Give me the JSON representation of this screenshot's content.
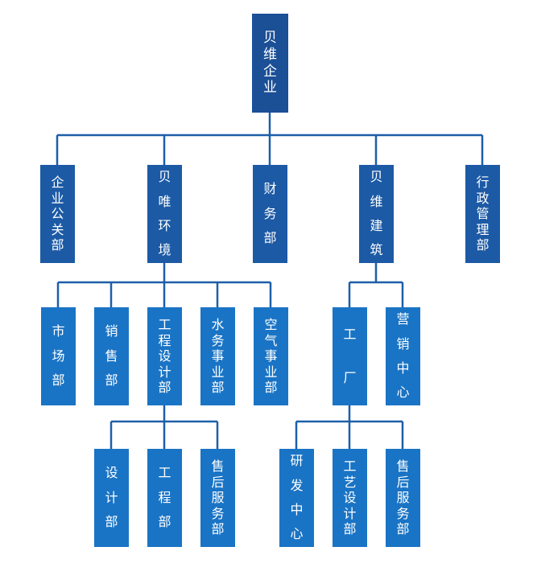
{
  "colors": {
    "root": "#1b4f96",
    "level1": "#1c5aa5",
    "level2": "#1a74c5",
    "connector": "#1d5fa8"
  },
  "nodes": {
    "root": "贝维企业",
    "pr": "企业公关部",
    "env": "贝唯环境",
    "finance": "财务部",
    "build": "贝维建筑",
    "admin": "行政管理部",
    "market": "市场部",
    "sales": "销售部",
    "engdesign": "工程设计部",
    "water": "水务事业部",
    "air": "空气事业部",
    "factory": "工厂",
    "marketing": "营销中心",
    "design": "设计部",
    "engineering": "工程部",
    "aftersales1": "售后服务部",
    "rd": "研发中心",
    "process": "工艺设计部",
    "aftersales2": "售后服务部"
  }
}
